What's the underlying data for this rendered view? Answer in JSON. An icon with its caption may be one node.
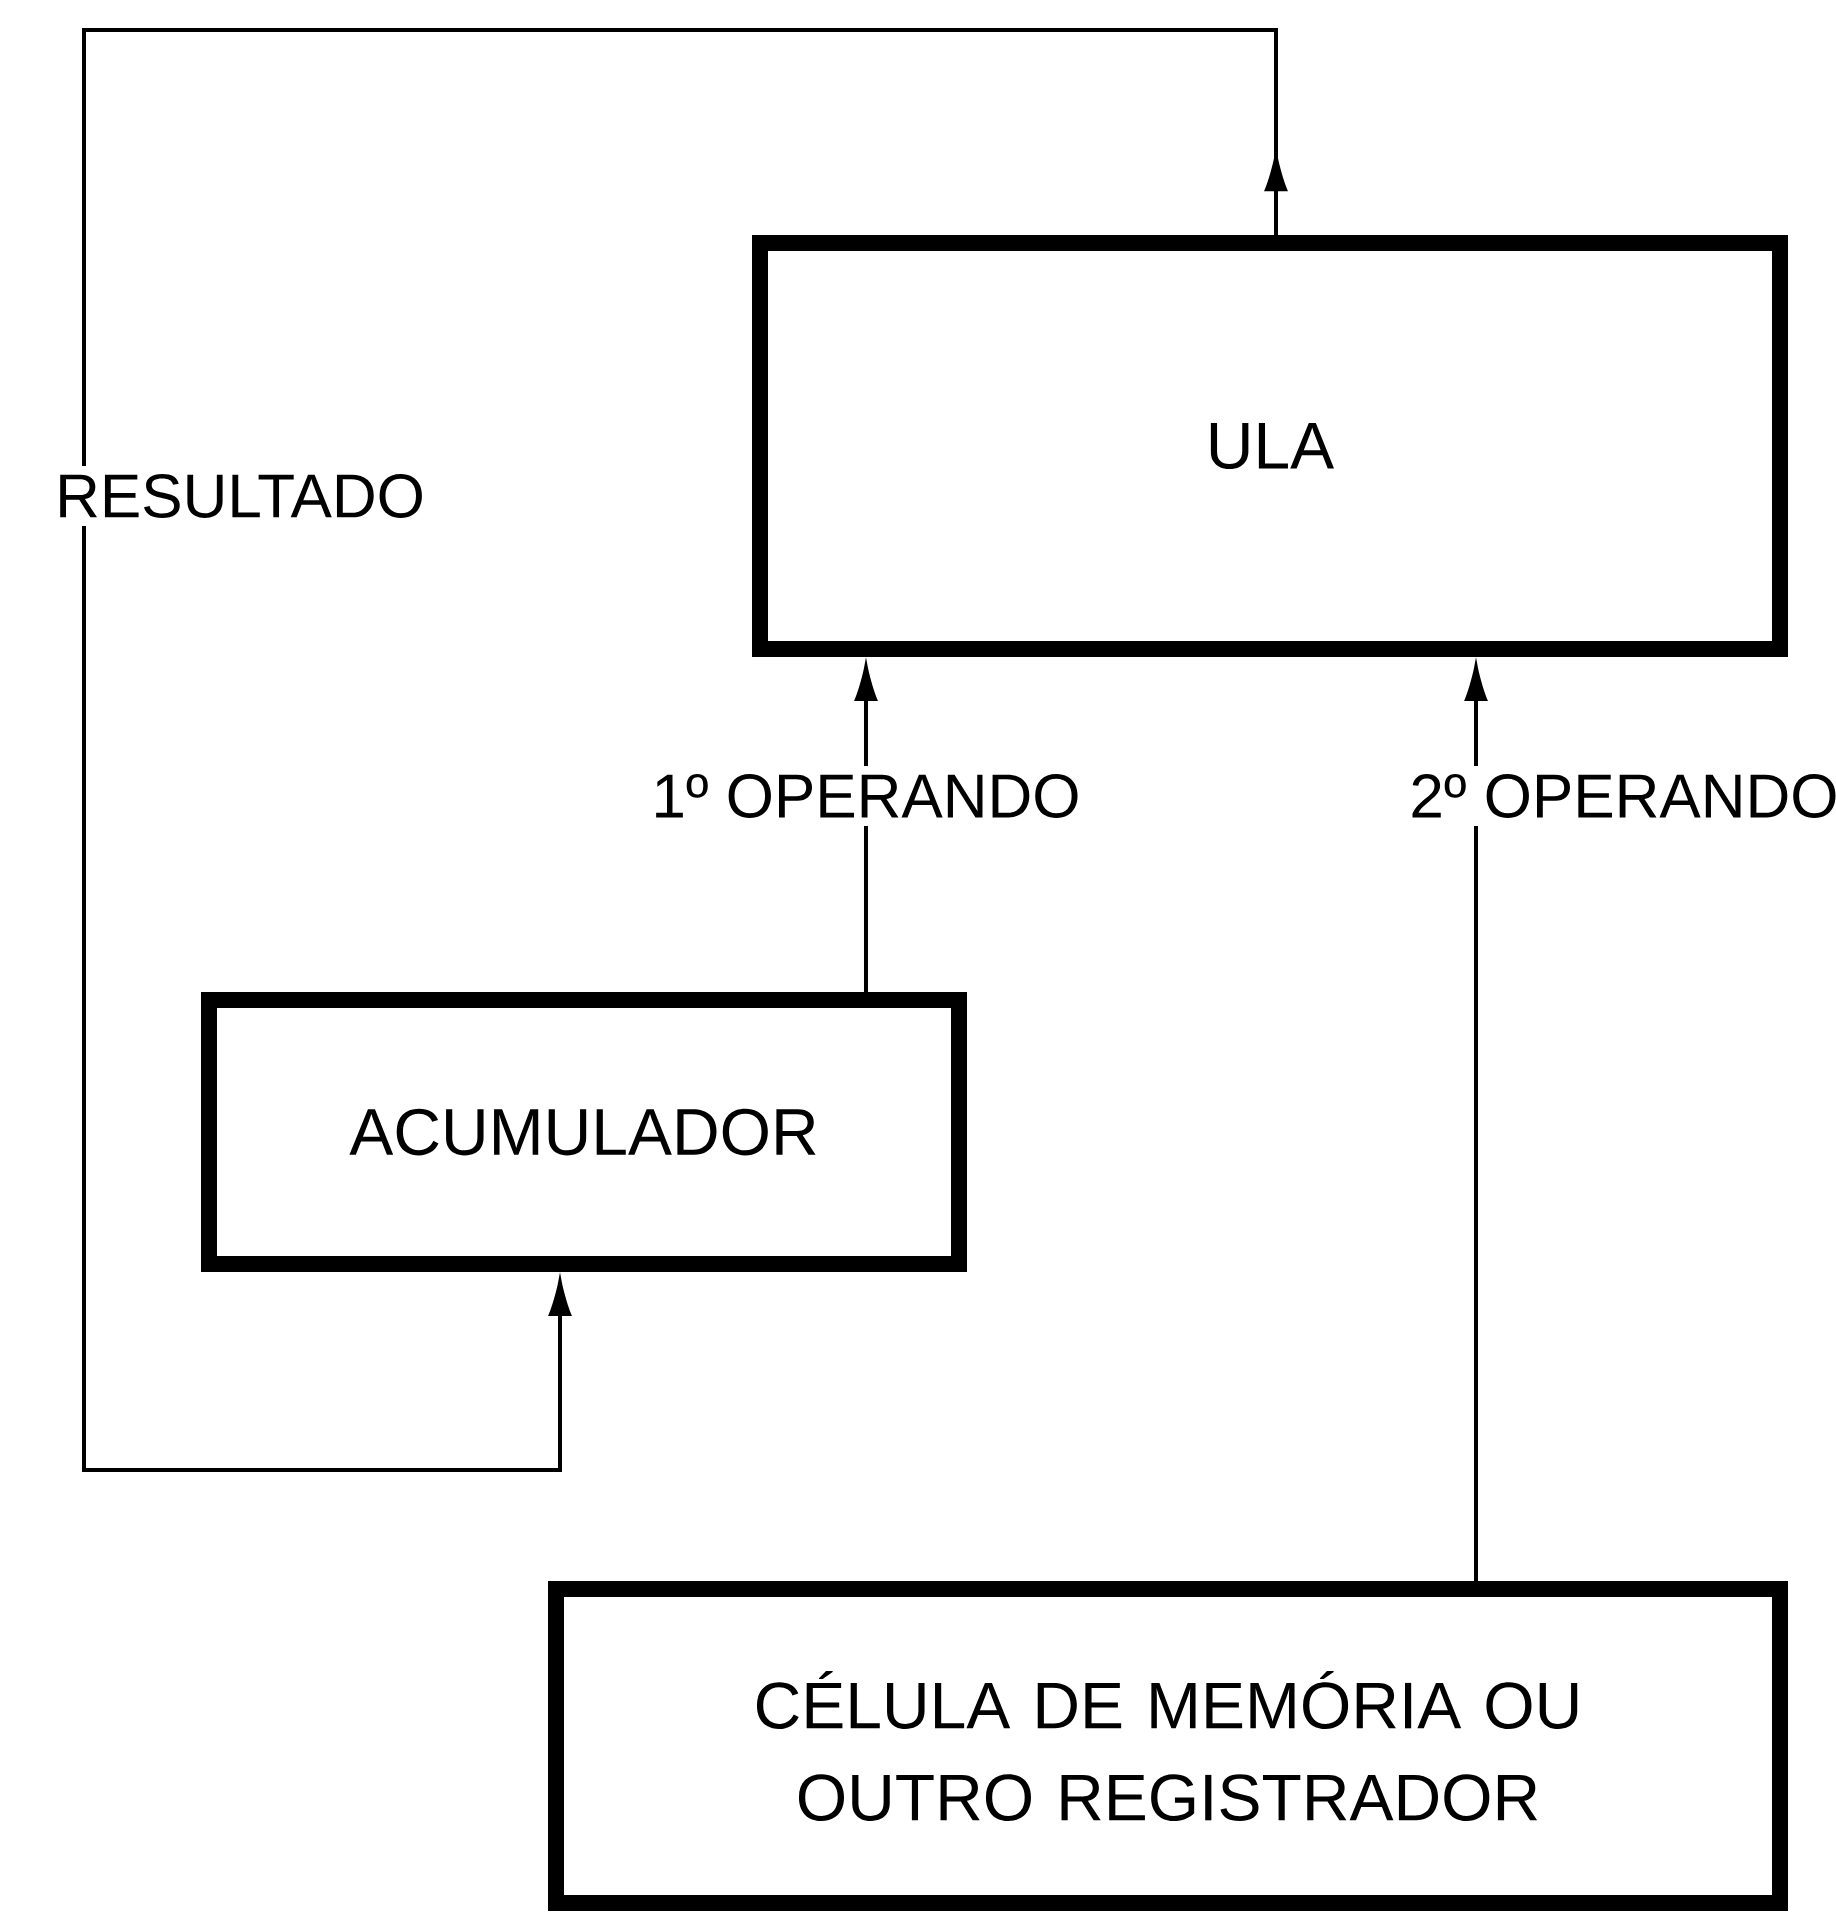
{
  "diagram": {
    "nodes": [
      {
        "text": [
          "ULA"
        ]
      },
      {
        "text": [
          "ACUMULADOR"
        ]
      },
      {
        "text": [
          "CÉLULA DE MEMÓRIA OU OUTRO REGISTRADOR"
        ]
      }
    ],
    "edges": [
      {
        "from": 1,
        "to": 0,
        "arrow": "to",
        "label": "1º OPERANDO"
      },
      {
        "from": 2,
        "to": 0,
        "arrow": "to",
        "label": "2º OPERANDO"
      },
      {
        "from": 0,
        "to": 1,
        "arrow": "to",
        "label": "RESULTADO"
      }
    ]
  }
}
